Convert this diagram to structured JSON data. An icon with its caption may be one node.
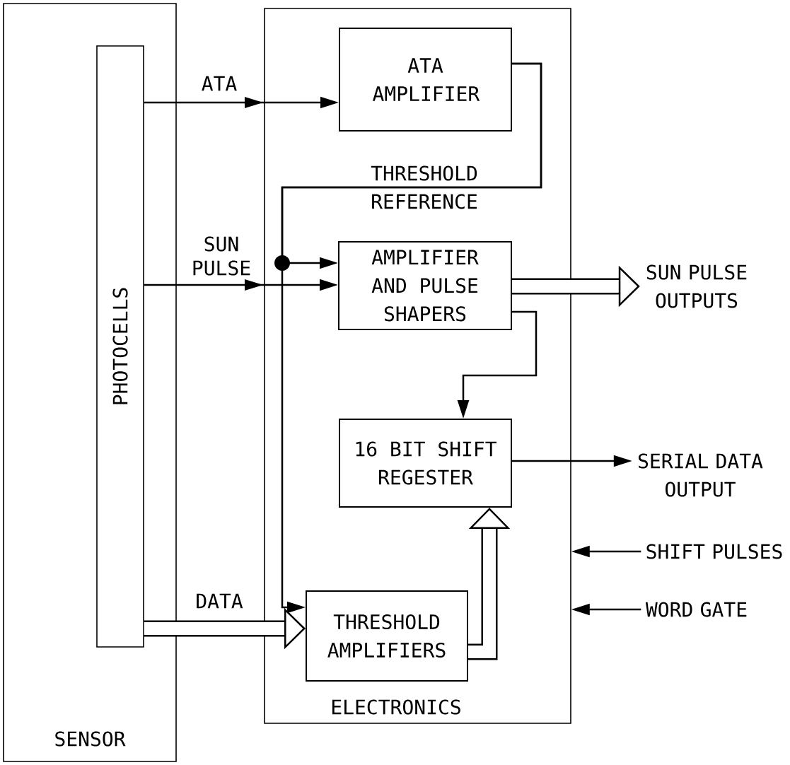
{
  "diagram": {
    "nodes": [
      {
        "text": [
          "SENSOR"
        ]
      },
      {
        "text": [
          "PHOTOCELLS"
        ],
        "in": 0
      },
      {
        "text": [
          "ELECTRONICS"
        ]
      },
      {
        "text": [
          "ATA AMPLIFIER"
        ],
        "in": 2
      },
      {
        "text": [
          "AMPLIFIER AND PULSE SHAPERS"
        ],
        "in": 2
      },
      {
        "text": [
          "16 BIT SHIFT REGESTER"
        ],
        "in": 2
      },
      {
        "text": [
          "THRESHOLD AMPLIFIERS"
        ],
        "in": 2
      },
      {
        "text": [
          "SUN PULSE OUTPUTS"
        ]
      },
      {
        "text": [
          "SERIAL DATA OUTPUT"
        ]
      },
      {
        "text": [
          "SHIFT PULSES"
        ]
      },
      {
        "text": [
          "WORD GATE"
        ]
      }
    ],
    "edges": [
      {
        "from": 1,
        "to": 3,
        "arrow": "to",
        "label": "ATA"
      },
      {
        "from": 1,
        "to": 4,
        "arrow": "to",
        "label": "SUN PULSE"
      },
      {
        "from": 1,
        "to": 6,
        "arrow": "to",
        "label": "DATA",
        "style": "thick"
      },
      {
        "from": 3,
        "to": 4,
        "arrow": "to",
        "label": "THRESHOLD REFERENCE"
      },
      {
        "from": 3,
        "to": 6,
        "arrow": "to"
      },
      {
        "from": 4,
        "to": 7,
        "arrow": "to",
        "style": "thick"
      },
      {
        "from": 4,
        "to": 5,
        "arrow": "to"
      },
      {
        "from": 5,
        "to": 8,
        "arrow": "to"
      },
      {
        "from": 6,
        "to": 5,
        "arrow": "to",
        "style": "thick"
      },
      {
        "from": 9,
        "to": 2,
        "arrow": "to"
      },
      {
        "from": 10,
        "to": 2,
        "arrow": "to"
      }
    ]
  }
}
